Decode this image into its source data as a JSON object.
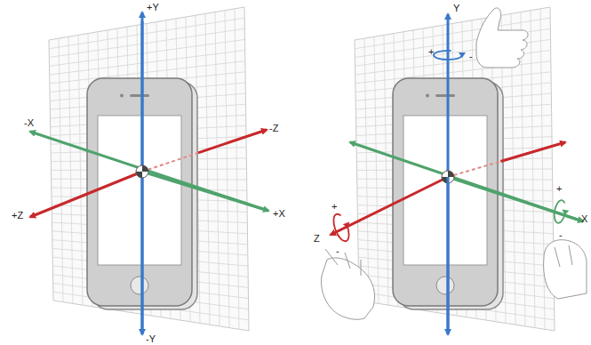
{
  "diagram": {
    "labels": [
      "+Y",
      "-X",
      "-Z",
      "+Z",
      "+X",
      "-Y",
      "Y",
      "+",
      "-",
      "Z",
      "+",
      "-",
      "+",
      "-",
      "X"
    ]
  }
}
